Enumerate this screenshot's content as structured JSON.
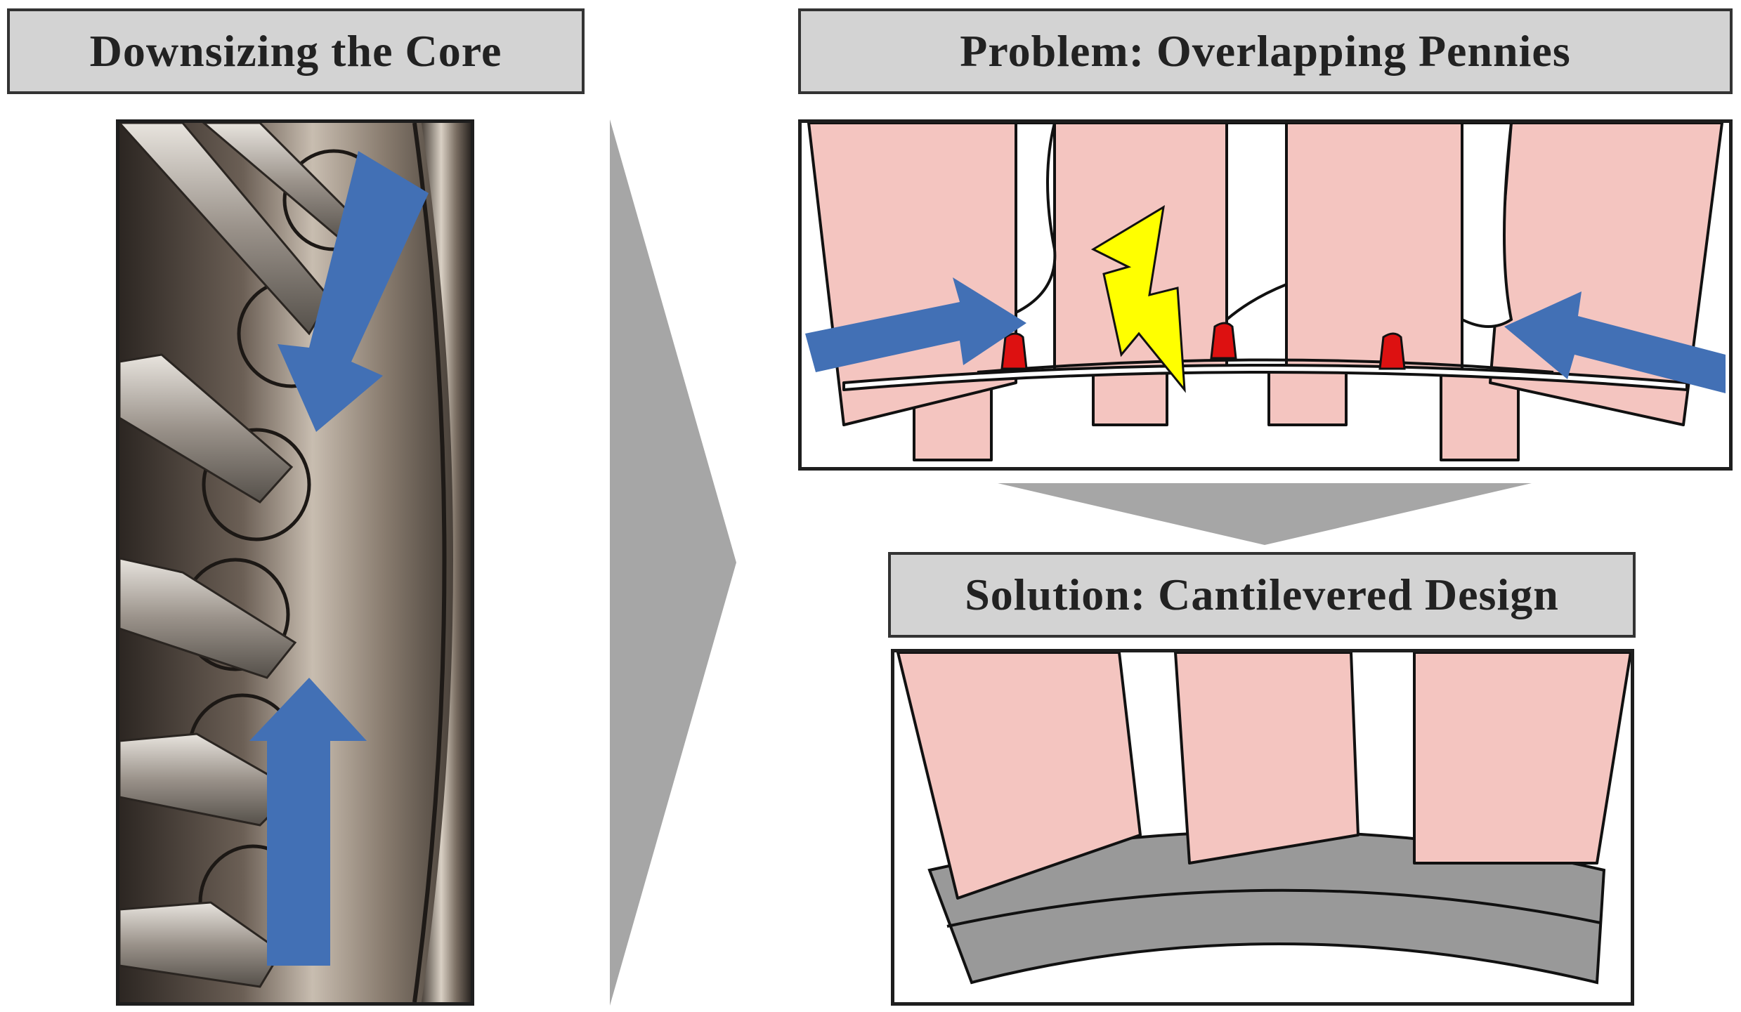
{
  "titles": {
    "left": "Downsizing the Core",
    "problem": "Problem: Overlapping Pennies",
    "solution": "Solution: Cantilevered Design"
  },
  "colors": {
    "title_bg": "#d3d3d3",
    "blade_pink": "#f4c5c0",
    "arrow_blue": "#4270b5",
    "hub_gray": "#999999",
    "lightning_yellow": "#ffff00",
    "contact_red": "#dd1111"
  },
  "icons": {
    "photo_arrows": "blue-arrow-icon",
    "lightning": "lightning-bolt-icon",
    "chevron": "right-chevron-arrow",
    "down_arrow": "down-triangle-arrow"
  }
}
